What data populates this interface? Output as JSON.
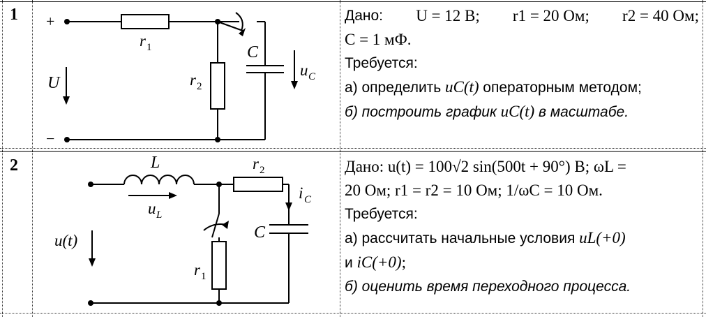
{
  "problems": [
    {
      "number": "1",
      "circuit_labels": {
        "plus": "+",
        "minus": "−",
        "voltage": "U",
        "r1": "r",
        "r1_sub": "1",
        "r2": "r",
        "r2_sub": "2",
        "cap": "C",
        "cap_voltage": "u",
        "cap_voltage_sub": "C"
      },
      "given_label": "Дано:",
      "given_line1": {
        "U": "U = 12  В;",
        "r1": "r1 = 20  Ом;",
        "r2": "r2 = 40  Ом;"
      },
      "given_line2": "C = 1 мФ.",
      "required_label": "Требуется:",
      "task_a": {
        "prefix": "а) определить",
        "func": "uC(t)",
        "suffix": "операторным методом;"
      },
      "task_b": {
        "prefix": "б) построить график",
        "func": "uC(t)",
        "suffix": "в масштабе."
      }
    },
    {
      "number": "2",
      "circuit_labels": {
        "inductor": "L",
        "r2": "r",
        "r2_sub": "2",
        "ic": "i",
        "ic_sub": "C",
        "ul": "u",
        "ul_sub": "L",
        "source": "u(t)",
        "cap": "C",
        "r1": "r",
        "r1_sub": "1"
      },
      "given_line1": "Дано: u(t) = 100√2 sin(500t + 90°) В;  ωL =",
      "given_line2": "20 Ом;  r1 = r2 = 10 Ом;  1/ωC = 10 Ом.",
      "required_label": "Требуется:",
      "task_a_line1": {
        "prefix": "а) рассчитать начальные условия",
        "func": "uL(+0)"
      },
      "task_a_line2": {
        "prefix": "и",
        "func": "iC(+0)",
        "suffix": ";"
      },
      "task_b": "б) оценить время переходного процесса."
    }
  ]
}
